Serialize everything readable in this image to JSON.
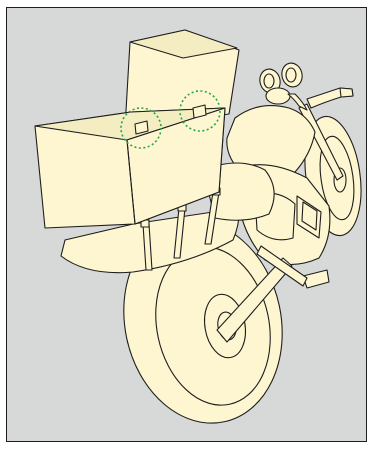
{
  "figure": {
    "background_color": "#d7d8d8",
    "object_fill": "#fdf6d0",
    "line_color": "#1e1e1e",
    "highlight_color": "#21a64a",
    "highlight_style": "dotted-circle",
    "highlight_count": 2,
    "icons": [
      "motorcycle-drawing",
      "cargo-box-drawing",
      "hinge-icon",
      "strap-icon"
    ]
  }
}
